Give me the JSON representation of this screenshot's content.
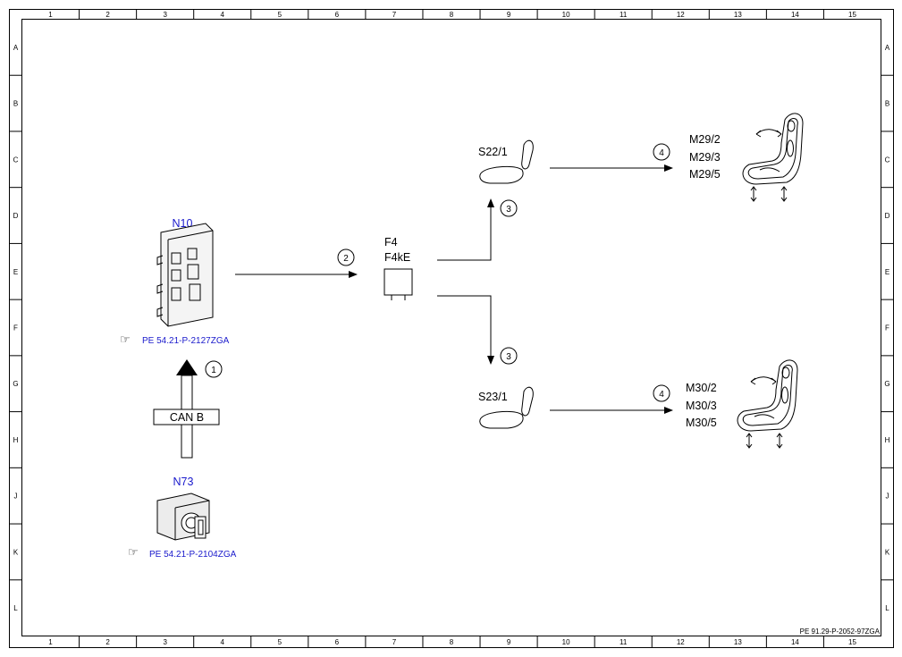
{
  "frame": {
    "col_labels": [
      "1",
      "2",
      "3",
      "4",
      "5",
      "6",
      "7",
      "8",
      "9",
      "10",
      "11",
      "12",
      "13",
      "14",
      "15"
    ],
    "row_labels": [
      "A",
      "B",
      "C",
      "D",
      "E",
      "F",
      "G",
      "H",
      "J",
      "K",
      "L"
    ]
  },
  "components": {
    "n10": {
      "label": "N10",
      "ref": "PE 54.21-P-2127ZGA"
    },
    "n73": {
      "label": "N73",
      "ref": "PE 54.21-P-2104ZGA"
    },
    "can_bus": {
      "label": "CAN B"
    },
    "f4": {
      "label_line1": "F4",
      "label_line2": "F4kE"
    },
    "s22": {
      "label": "S22/1"
    },
    "s23": {
      "label": "S23/1"
    },
    "m29": {
      "lines": [
        "M29/2",
        "M29/3",
        "M29/5"
      ]
    },
    "m30": {
      "lines": [
        "M30/2",
        "M30/3",
        "M30/5"
      ]
    }
  },
  "markers": {
    "m1": "1",
    "m2": "2",
    "m3_top": "3",
    "m3_bottom": "3",
    "m4_top": "4",
    "m4_bottom": "4"
  },
  "footer": {
    "doc_id": "PE 91.29-P-2052-97ZGA"
  },
  "colors": {
    "line": "#000000",
    "component_label": "#1a1acc",
    "reference": "#1a1acc"
  },
  "icons": {
    "reference": "pointing-hand-icon",
    "control_unit": "control-unit-icon",
    "ignition_switch": "ignition-switch-icon",
    "seat_switch": "seat-switch-icon",
    "seat_motors": "seat-motor-icon",
    "fuse_relay": "fuse-relay-icon"
  }
}
